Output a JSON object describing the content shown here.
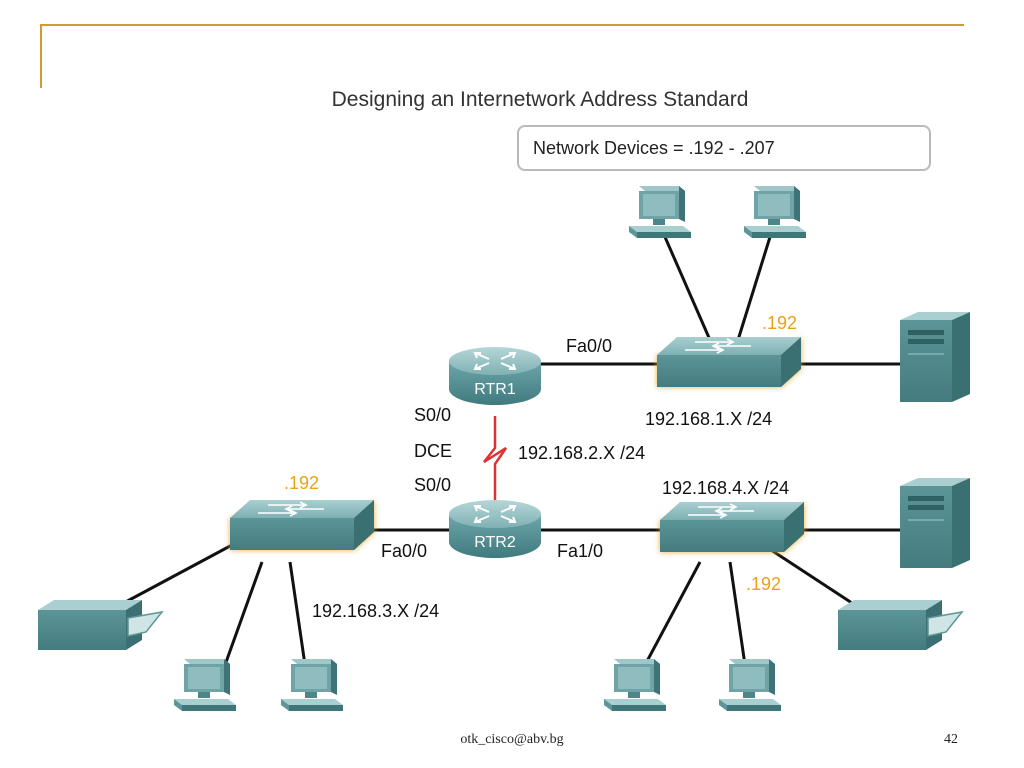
{
  "title": "Designing an Internetwork Address Standard",
  "callout": "Network Devices = .192 - .207",
  "colors": {
    "accent": "#e8a21a",
    "frame": "#d19a33",
    "device": "#5f9a9e",
    "serial_link": "#e03030"
  },
  "routers": [
    {
      "name": "RTR1"
    },
    {
      "name": "RTR2"
    }
  ],
  "interfaces": {
    "rtr1_fa": "Fa0/0",
    "rtr1_serial": "S0/0",
    "dce": "DCE",
    "rtr2_serial": "S0/0",
    "rtr2_fa_left": "Fa0/0",
    "rtr2_fa_right": "Fa1/0"
  },
  "networks": {
    "net1": "192.168.1.X /24",
    "net2": "192.168.2.X /24",
    "net3": "192.168.3.X /24",
    "net4": "192.168.4.X /24"
  },
  "switch_addresses": {
    "sw1": ".192",
    "sw3": ".192",
    "sw4": ".192"
  },
  "icons": [
    "router-icon",
    "switch-icon",
    "pc-icon",
    "server-icon",
    "printer-icon"
  ],
  "footer": {
    "email": "otk_cisco@abv.bg",
    "page": "42"
  }
}
